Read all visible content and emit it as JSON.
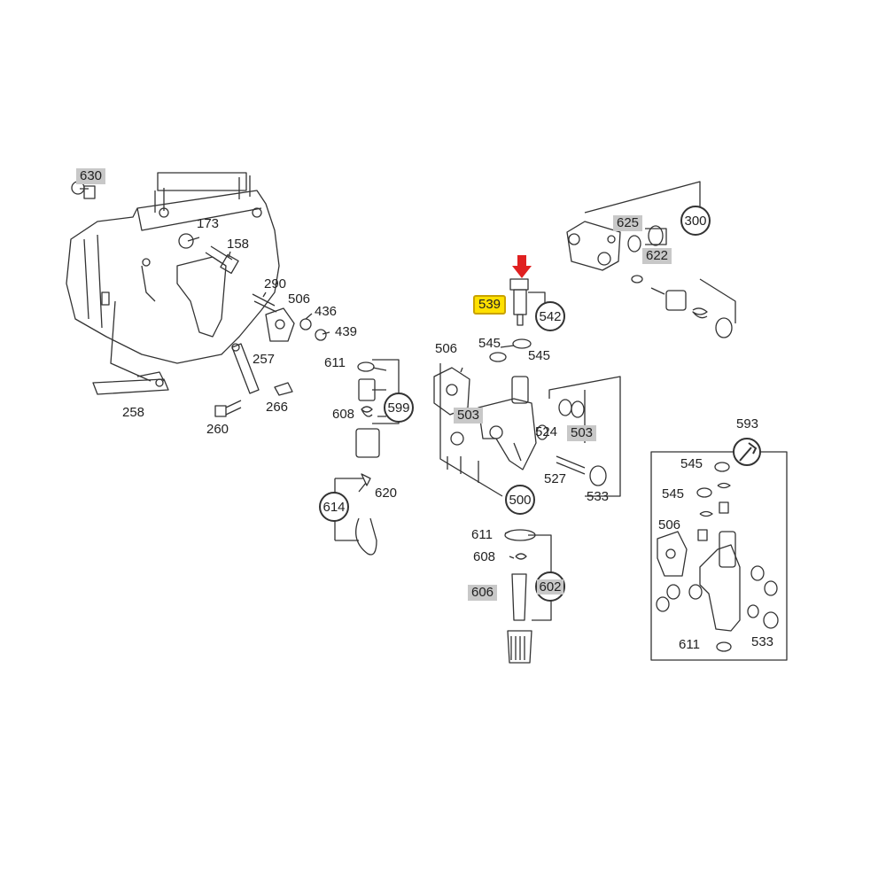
{
  "labels": {
    "l630": "630",
    "l173": "173",
    "l158": "158",
    "l290": "290",
    "l506a": "506",
    "l436": "436",
    "l439": "439",
    "l257": "257",
    "l611a": "611",
    "l599": "599",
    "l608a": "608",
    "l266": "266",
    "l258": "258",
    "l260": "260",
    "l614": "614",
    "l620": "620",
    "l539": "539",
    "l542": "542",
    "l545a": "545",
    "l545b": "545",
    "l506b": "506",
    "l503a": "503",
    "l524": "524",
    "l503b": "503",
    "l527": "527",
    "l533a": "533",
    "l500": "500",
    "l611b": "611",
    "l608b": "608",
    "l606": "606",
    "l602": "602",
    "l625": "625",
    "l622": "622",
    "l300": "300",
    "l593": "593",
    "l545c": "545",
    "l545d": "545",
    "l506c": "506",
    "l611c": "611",
    "l533b": "533"
  },
  "colors": {
    "line": "#333333",
    "shade": "#c8c8c8",
    "highlight": "#ffe000",
    "arrow": "#e02020"
  }
}
